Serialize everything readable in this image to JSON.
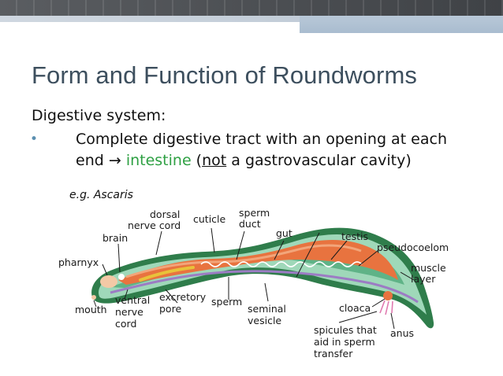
{
  "slide": {
    "title": "Form and Function of Roundworms",
    "subheading": "Digestive system:",
    "bullet_symbol": "•",
    "line1": "Complete digestive tract with an opening at each",
    "line2_start": "end ",
    "arrow": "→",
    "intestine": "intestine",
    "paren_open": " (",
    "not": "not",
    "line2_end": " a gastrovascular cavity)",
    "example": "e.g. Ascaris"
  },
  "diagram": {
    "labels": {
      "dorsal_nerve_cord_1": "dorsal",
      "dorsal_nerve_cord_2": "nerve cord",
      "cuticle": "cuticle",
      "sperm_duct_1": "sperm",
      "sperm_duct_2": "duct",
      "gut": "gut",
      "brain": "brain",
      "testis": "testis",
      "pseudocoelom": "pseudocoelom",
      "pharnyx": "pharnyx",
      "muscle_layer_1": "muscle",
      "muscle_layer_2": "layer",
      "mouth": "mouth",
      "ventral_nerve_cord_1": "ventral",
      "ventral_nerve_cord_2": "nerve",
      "ventral_nerve_cord_3": "cord",
      "excretory_pore_1": "excretory",
      "excretory_pore_2": "pore",
      "sperm": "sperm",
      "seminal_vesicle_1": "seminal",
      "seminal_vesicle_2": "vesicle",
      "cloaca": "cloaca",
      "anus": "anus",
      "spicules_1": "spicules that",
      "spicules_2": "aid in sperm",
      "spicules_3": "transfer"
    }
  },
  "colors": {
    "title": "#3d4f5e",
    "accent_green": "#2ea043",
    "bullet": "#5b8fb0",
    "body_outer": "#2f7d4b",
    "body_inner": "#9fd8b9",
    "gut": "#e8733f"
  }
}
